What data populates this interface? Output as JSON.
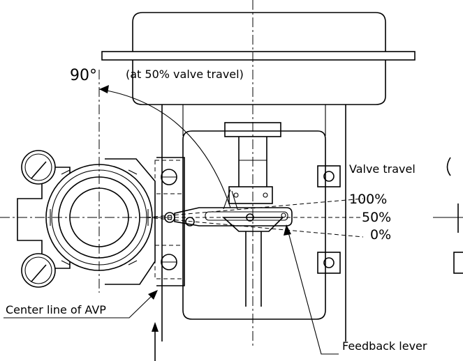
{
  "labels": {
    "angle": "90°",
    "angle_note": "(at 50% valve travel)",
    "valve_travel": "Valve travel",
    "pct_100": "100%",
    "pct_50": "50%",
    "pct_0": "0%",
    "center_line": "Center line of AVP",
    "feedback_lever": "Feedback lever"
  }
}
